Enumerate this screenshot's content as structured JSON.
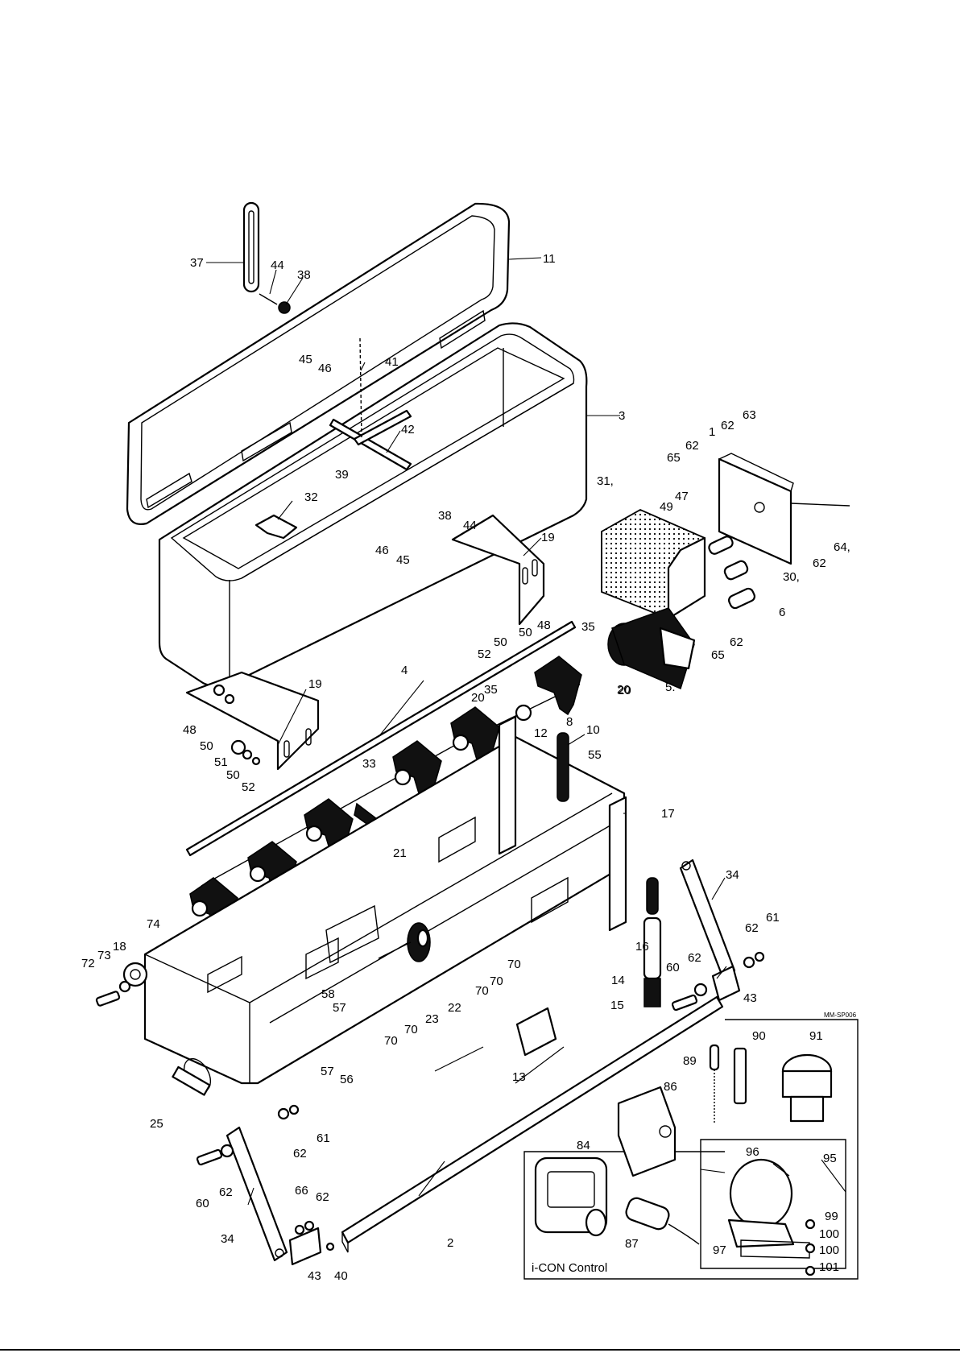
{
  "drawing_ref": "MM-SP006",
  "inset_title": "i-CON Control",
  "callouts": [
    "37",
    "44",
    "38",
    "11",
    "45",
    "46",
    "41",
    "3",
    "42",
    "39",
    "1",
    "62",
    "63",
    "65",
    "62",
    "47",
    "49",
    "31,",
    "32",
    "46",
    "45",
    "38",
    "44",
    "19",
    "64,",
    "62",
    "30,",
    "6",
    "62",
    "65",
    "5.",
    "35",
    "50",
    "48",
    "50",
    "52",
    "20",
    "35",
    "10",
    "20",
    "20",
    "12",
    "8",
    "4",
    "19",
    "48",
    "50",
    "51",
    "50",
    "52",
    "55",
    "33",
    "21",
    "17",
    "34",
    "74",
    "61",
    "62",
    "18",
    "73",
    "72",
    "62",
    "60",
    "43",
    "16",
    "14",
    "15",
    "70",
    "70",
    "70",
    "70",
    "70",
    "23",
    "22",
    "58",
    "57",
    "57",
    "56",
    "13",
    "25",
    "62",
    "61",
    "60",
    "62",
    "34",
    "66",
    "62",
    "43",
    "40",
    "2",
    "89",
    "90",
    "91",
    "86",
    "84",
    "96",
    "95",
    "87",
    "99",
    "100",
    "97",
    "100",
    "101"
  ]
}
